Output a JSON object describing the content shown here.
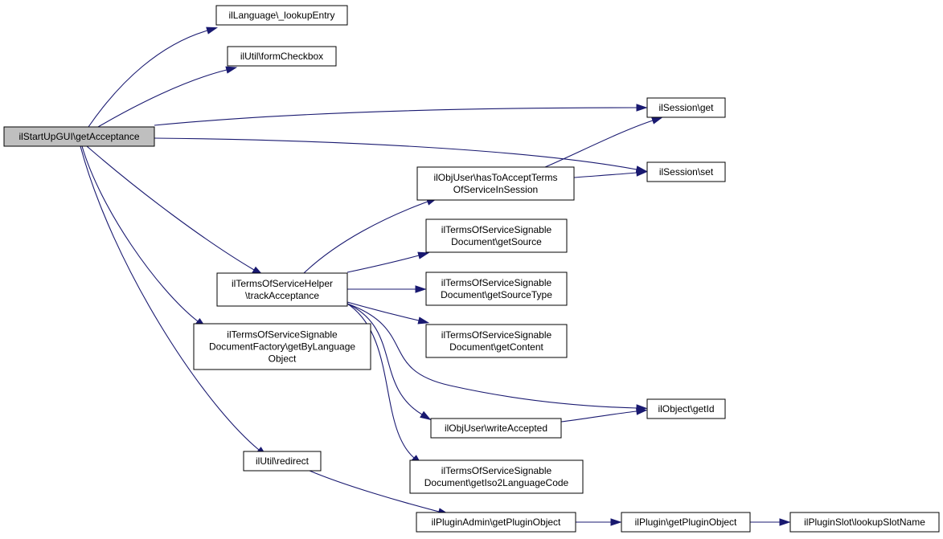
{
  "diagram": {
    "nodes": {
      "root": {
        "lines": [
          "ilStartUpGUI\\getAcceptance"
        ],
        "root": true
      },
      "lookupEntry": {
        "lines": [
          "ilLanguage\\_lookupEntry"
        ]
      },
      "formCheckbox": {
        "lines": [
          "ilUtil\\formCheckbox"
        ]
      },
      "sessGet": {
        "lines": [
          "ilSession\\get"
        ]
      },
      "sessSet": {
        "lines": [
          "ilSession\\set"
        ]
      },
      "hasToAccept": {
        "lines": [
          "ilObjUser\\hasToAcceptTerms",
          "OfServiceInSession"
        ]
      },
      "getSource": {
        "lines": [
          "ilTermsOfServiceSignable",
          "Document\\getSource"
        ]
      },
      "tosHelper": {
        "lines": [
          "ilTermsOfServiceHelper",
          "\\trackAcceptance"
        ]
      },
      "getSourceType": {
        "lines": [
          "ilTermsOfServiceSignable",
          "Document\\getSourceType"
        ]
      },
      "factory": {
        "lines": [
          "ilTermsOfServiceSignable",
          "DocumentFactory\\getByLanguage",
          "Object"
        ]
      },
      "getContent": {
        "lines": [
          "ilTermsOfServiceSignable",
          "Document\\getContent"
        ]
      },
      "getId": {
        "lines": [
          "ilObject\\getId"
        ]
      },
      "writeAccepted": {
        "lines": [
          "ilObjUser\\writeAccepted"
        ]
      },
      "redirect": {
        "lines": [
          "ilUtil\\redirect"
        ]
      },
      "getIso2": {
        "lines": [
          "ilTermsOfServiceSignable",
          "Document\\getIso2LanguageCode"
        ]
      },
      "pluginAdmin": {
        "lines": [
          "ilPluginAdmin\\getPluginObject"
        ]
      },
      "plugin": {
        "lines": [
          "ilPlugin\\getPluginObject"
        ]
      },
      "lookupSlot": {
        "lines": [
          "ilPluginSlot\\lookupSlotName"
        ]
      }
    },
    "edges": [
      [
        "root",
        "lookupEntry"
      ],
      [
        "root",
        "formCheckbox"
      ],
      [
        "root",
        "sessGet"
      ],
      [
        "root",
        "sessSet"
      ],
      [
        "root",
        "tosHelper"
      ],
      [
        "root",
        "factory"
      ],
      [
        "root",
        "redirect"
      ],
      [
        "hasToAccept",
        "sessGet"
      ],
      [
        "hasToAccept",
        "sessSet"
      ],
      [
        "tosHelper",
        "hasToAccept"
      ],
      [
        "tosHelper",
        "getSource"
      ],
      [
        "tosHelper",
        "getSourceType"
      ],
      [
        "tosHelper",
        "getContent"
      ],
      [
        "tosHelper",
        "getId"
      ],
      [
        "tosHelper",
        "writeAccepted"
      ],
      [
        "tosHelper",
        "getIso2"
      ],
      [
        "writeAccepted",
        "getId"
      ],
      [
        "redirect",
        "pluginAdmin"
      ],
      [
        "pluginAdmin",
        "plugin"
      ],
      [
        "plugin",
        "lookupSlot"
      ]
    ],
    "colors": {
      "edge": "#191970",
      "root_fill": "#bfbfbf",
      "node_fill": "#ffffff",
      "border": "#000000"
    }
  }
}
